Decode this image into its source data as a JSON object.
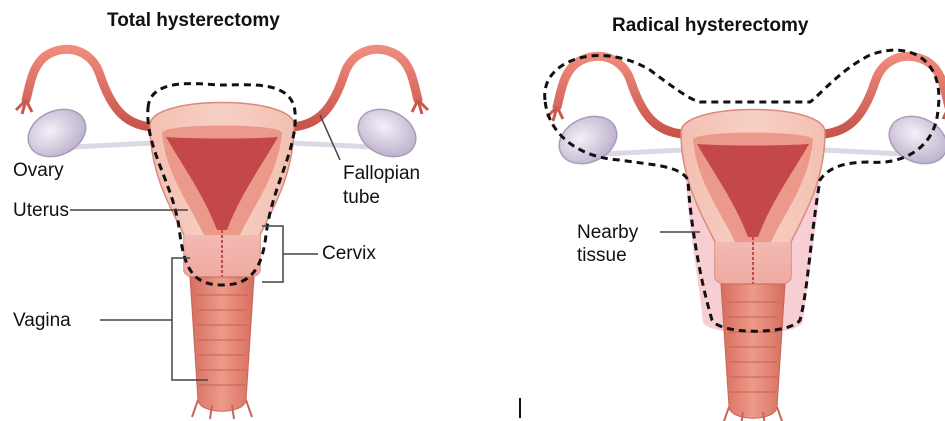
{
  "left_panel": {
    "title": "Total hysterectomy",
    "labels": {
      "ovary": "Ovary",
      "uterus": "Uterus",
      "vagina": "Vagina",
      "fallopian_line1": "Fallopian",
      "fallopian_line2": "tube",
      "cervix": "Cervix"
    }
  },
  "right_panel": {
    "title": "Radical hysterectomy",
    "labels": {
      "nearby_line1": "Nearby",
      "nearby_line2": "tissue"
    }
  },
  "colors": {
    "tube": "#e07568",
    "tube_dark": "#c14f45",
    "uterus_outer": "#f2b3a4",
    "uterus_wall": "#e98f80",
    "cavity": "#c9504a",
    "vagina": "#df8070",
    "ovary": "#dad2e2",
    "ovary_edge": "#b9aec6",
    "tissue": "#f6c6cc",
    "dashed": "#111111"
  }
}
